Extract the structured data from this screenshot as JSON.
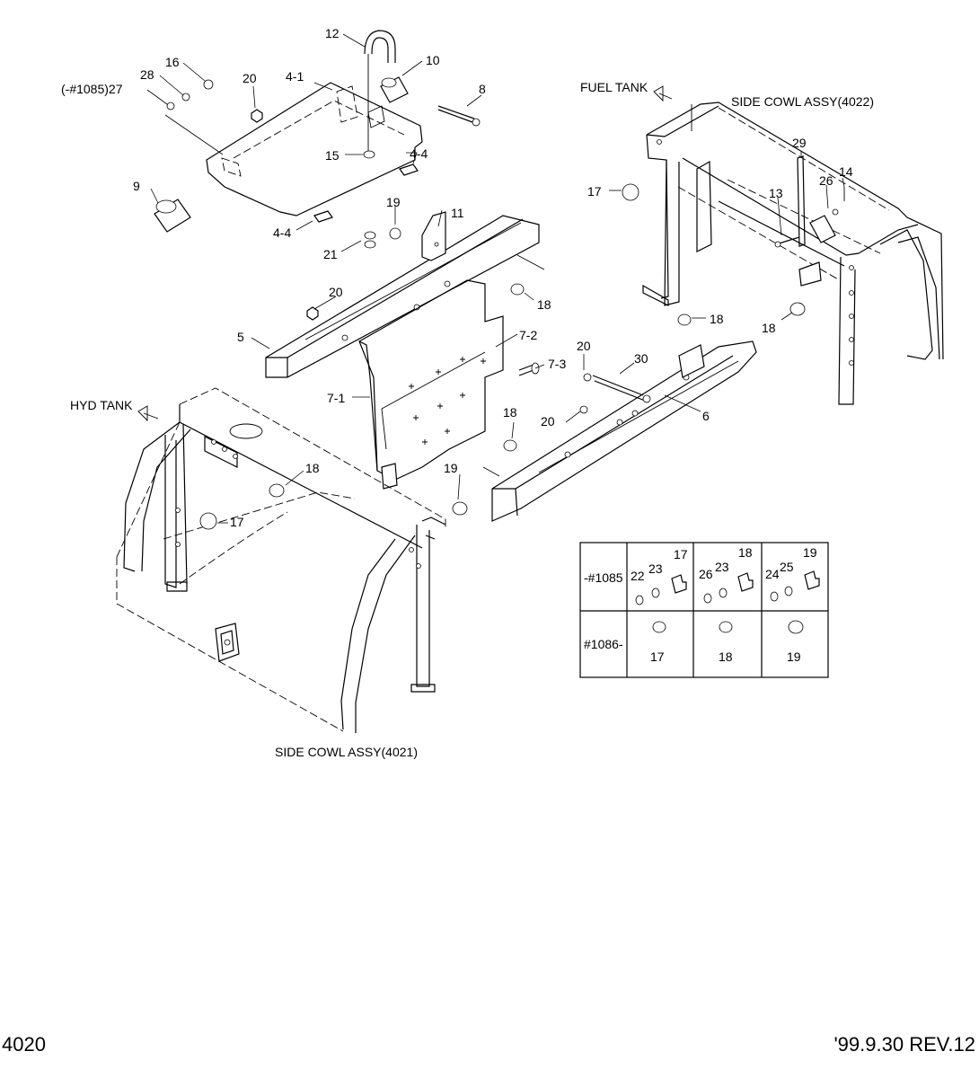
{
  "drawing": {
    "page_number": "4020",
    "revision": "'99.9.30 REV.12"
  },
  "labels": {
    "fuel_tank": "FUEL TANK",
    "hyd_tank": "HYD TANK",
    "side_cowl_right": "SIDE COWL ASSY(4022)",
    "side_cowl_left": "SIDE COWL ASSY(4021)",
    "serial_note_27": "(-#1085)27"
  },
  "callouts": [
    "12",
    "16",
    "28",
    "20",
    "4-1",
    "10",
    "8",
    "15",
    "4-4",
    "9",
    "4-4",
    "19",
    "11",
    "21",
    "20",
    "5",
    "18",
    "7-2",
    "20",
    "30",
    "7-3",
    "7-1",
    "20",
    "18",
    "6",
    "19",
    "18",
    "17",
    "17",
    "29",
    "13",
    "26",
    "14",
    "18",
    "18"
  ],
  "serial_table": {
    "rows": [
      {
        "range": "-#1085",
        "groups": [
          {
            "items": [
              "22",
              "23",
              "17"
            ]
          },
          {
            "items": [
              "26",
              "23",
              "18"
            ]
          },
          {
            "items": [
              "24",
              "25",
              "19"
            ]
          }
        ]
      },
      {
        "range": "#1086-",
        "groups": [
          {
            "items": [
              "17"
            ]
          },
          {
            "items": [
              "18"
            ]
          },
          {
            "items": [
              "19"
            ]
          }
        ]
      }
    ]
  }
}
